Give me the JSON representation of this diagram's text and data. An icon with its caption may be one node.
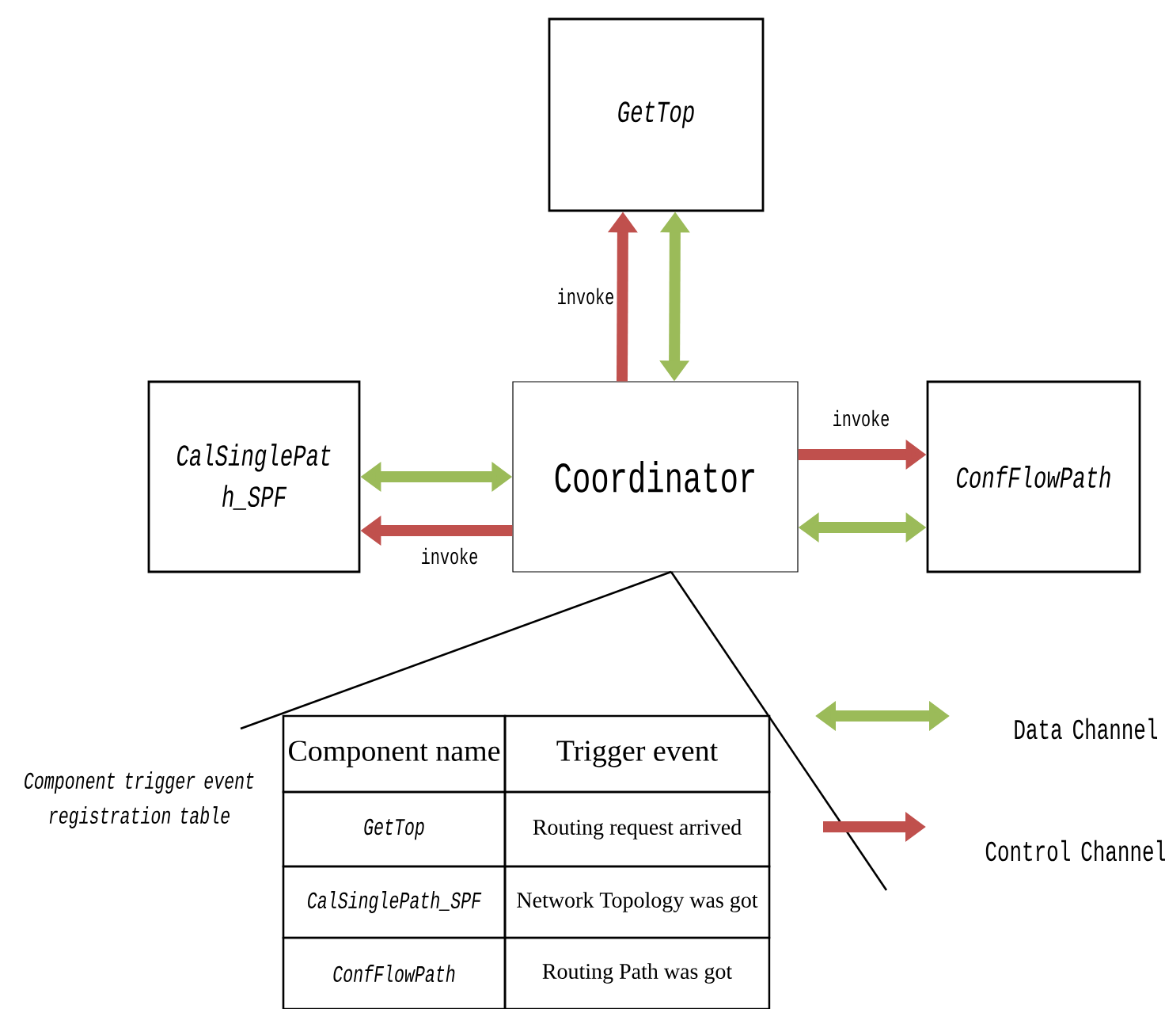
{
  "diagram": {
    "nodes": [
      {
        "text": [
          "GetTop"
        ]
      },
      {
        "text": [
          "CalSinglePat h_SPF"
        ]
      },
      {
        "text": [
          "Coordinator"
        ]
      },
      {
        "text": [
          "ConfFlowPath"
        ]
      }
    ],
    "edges": [
      {
        "from": 2,
        "to": 0,
        "arrow": "to",
        "label": "invoke",
        "color": "#c0504d"
      },
      {
        "from": 2,
        "to": 0,
        "arrow": "both",
        "color": "#9bbb59"
      },
      {
        "from": 1,
        "to": 2,
        "arrow": "both",
        "color": "#9bbb59"
      },
      {
        "from": 2,
        "to": 1,
        "arrow": "to",
        "label": "invoke",
        "color": "#c0504d"
      },
      {
        "from": 2,
        "to": 3,
        "arrow": "to",
        "label": "invoke",
        "color": "#c0504d"
      },
      {
        "from": 2,
        "to": 3,
        "arrow": "both",
        "color": "#9bbb59"
      }
    ],
    "labels": [
      "Component trigger event registration table",
      "Component name",
      "Trigger event",
      "GetTop",
      "Routing request arrived",
      "CalSinglePath_SPF",
      "Network Topology was got",
      "ConfFlowPath",
      "Routing Path was got"
    ],
    "legend": [
      {
        "text": "Data Channel",
        "color": "#9bbb59"
      },
      {
        "text": "Control Channel",
        "color": "#c0504d"
      }
    ]
  }
}
